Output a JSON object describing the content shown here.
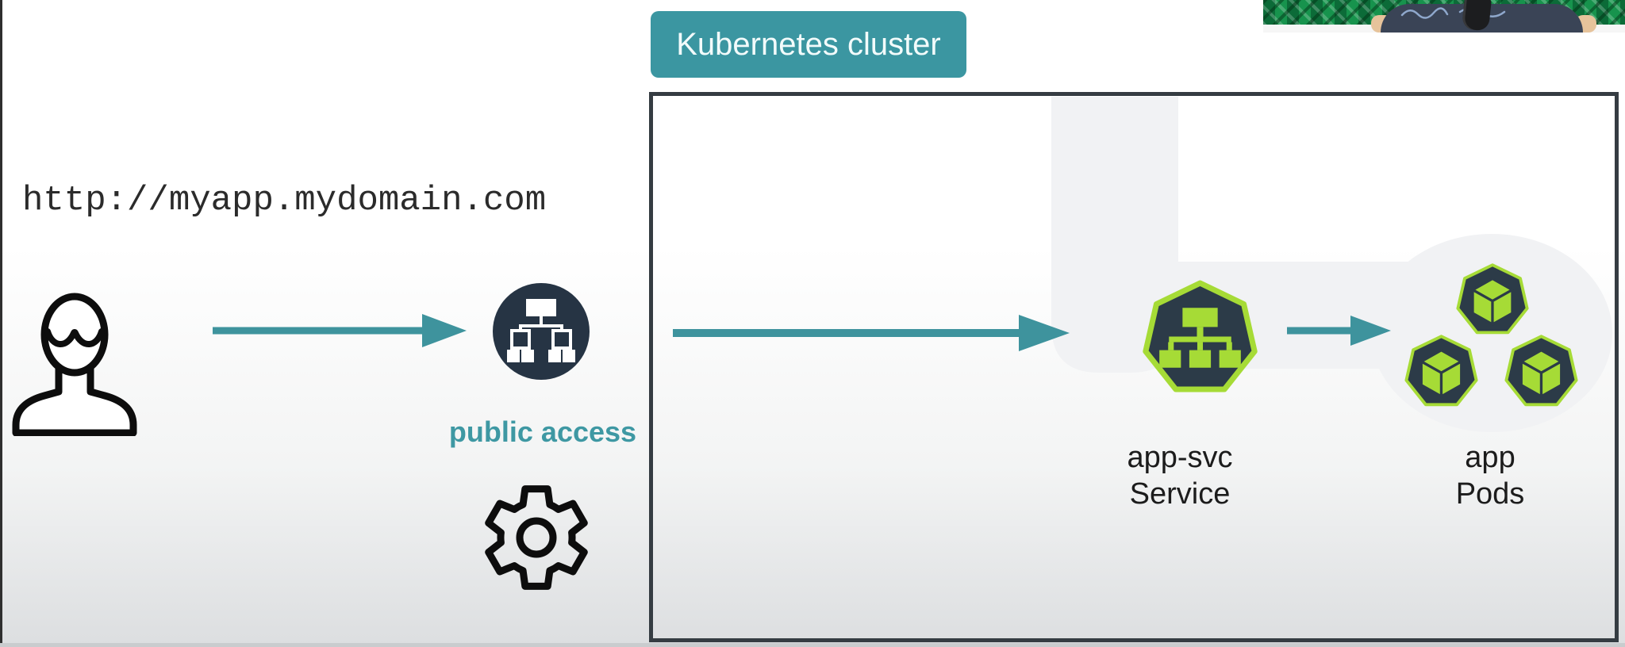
{
  "url_text": "http://myapp.mydomain.com",
  "cluster": {
    "badge_label": "Kubernetes cluster",
    "badge_color": "#3b96a1",
    "border_color": "#353c42"
  },
  "nodes": {
    "user": {
      "icon": "person-icon"
    },
    "public_access": {
      "label": "public access",
      "label_color": "#3e98a3",
      "icon": "network-hierarchy-icon",
      "icon_bg": "#263444"
    },
    "settings": {
      "icon": "gear-icon"
    },
    "service": {
      "line1": "app-svc",
      "line2": "Service",
      "icon": "kubernetes-service-icon"
    },
    "pods": {
      "line1": "app",
      "line2": "Pods",
      "icon": "kubernetes-pod-icon",
      "count": 3
    }
  },
  "colors": {
    "arrow_teal": "#3e939d",
    "k8s_green": "#a6db36",
    "k8s_navy": "#2c3b48",
    "band_gray": "#f1f2f4"
  }
}
